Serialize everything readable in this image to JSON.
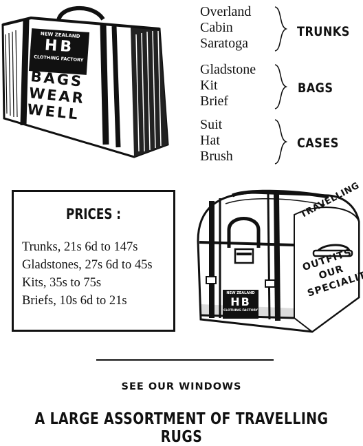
{
  "groups": [
    {
      "items": [
        "Overland",
        "Cabin",
        "Saratoga"
      ],
      "label": "TRUNKS"
    },
    {
      "items": [
        "Gladstone",
        "Kit",
        "Brief"
      ],
      "label": "BAGS"
    },
    {
      "items": [
        "Suit",
        "Hat",
        "Brush"
      ],
      "label": "CASES"
    }
  ],
  "suitcase": {
    "brand_top": "NEW ZEALAND",
    "brand_mark": "HB",
    "brand_bottom": "CLOTHING FACTORY",
    "slogan": [
      "BAGS",
      "WEAR",
      "WELL"
    ]
  },
  "prices": {
    "title": "PRICES :",
    "rows": [
      "Trunks, 21s 6d to 147s",
      "Gladstones, 27s 6d to 45s",
      "Kits, 35s to 75s",
      "Briefs, 10s 6d to 21s"
    ]
  },
  "trunk": {
    "brand_top": "NEW ZEALAND",
    "brand_mark": "HB",
    "brand_bottom": "CLOTHING FACTORY",
    "lid_text": "TRAVELLING",
    "side_text": [
      "OUTFITS",
      "OUR",
      "SPECIALITY"
    ]
  },
  "footer": {
    "windows": "SEE OUR WINDOWS",
    "rugs": "A LARGE ASSORTMENT OF TRAVELLING RUGS"
  }
}
